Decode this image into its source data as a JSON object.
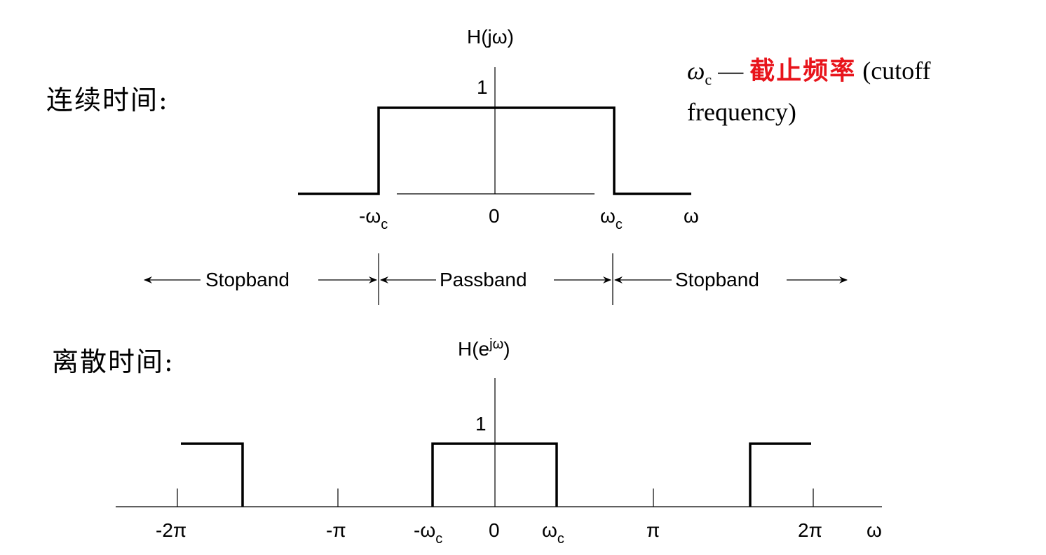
{
  "labels": {
    "continuous": "连续时间:",
    "discrete": "离散时间:"
  },
  "note": {
    "symbol": "ω",
    "symbol_sub": "c",
    "dash": " — ",
    "term_cn": "截止频率",
    "term_en_line1": " (cutoff",
    "term_en_line2": "frequency)",
    "highlight_color": "#e8141b"
  },
  "continuous_plot": {
    "y_title": "H(jω)",
    "y_title_main": "H(jω)",
    "level_label": "1",
    "x_ticks": [
      "-ω",
      "0",
      "ω",
      "ω"
    ],
    "x_tick_labels": {
      "neg_cutoff": "-ω",
      "neg_cutoff_sub": "c",
      "zero": "0",
      "pos_cutoff": "ω",
      "pos_cutoff_sub": "c",
      "axis": "ω"
    },
    "bands": {
      "left": "Stopband",
      "middle": "Passband",
      "right": "Stopband"
    }
  },
  "discrete_plot": {
    "y_title_base": "H(e",
    "y_title_sup": "jω",
    "y_title_close": ")",
    "level_label": "1",
    "x_tick_labels": {
      "neg_two_pi": "-2π",
      "neg_pi": "-π",
      "neg_cutoff": "-ω",
      "neg_cutoff_sub": "c",
      "zero": "0",
      "pos_cutoff": "ω",
      "pos_cutoff_sub": "c",
      "pi": "π",
      "two_pi": "2π",
      "axis": "ω"
    }
  }
}
